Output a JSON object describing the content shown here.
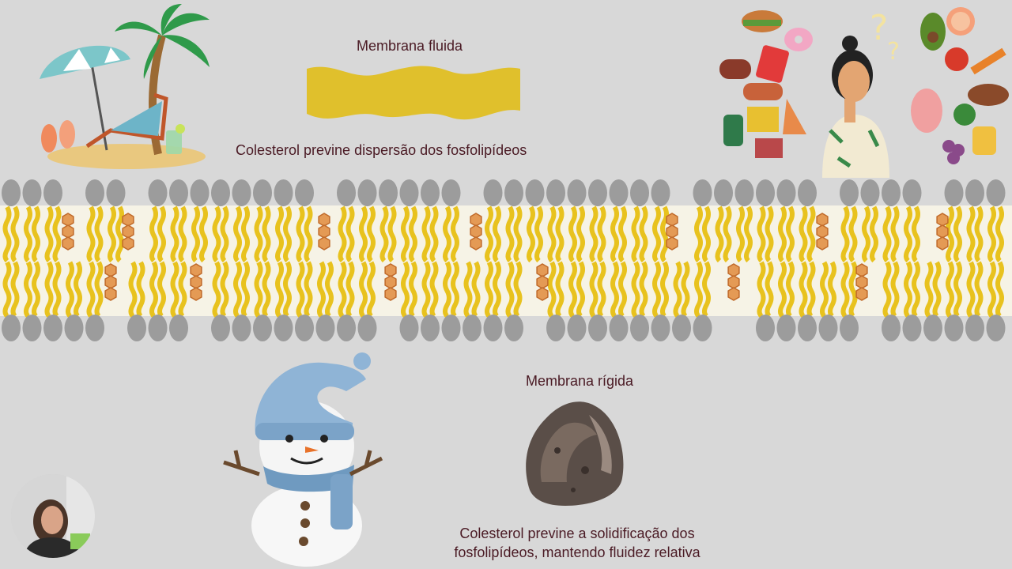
{
  "slide": {
    "title_fluid": "Membrana fluida",
    "caption_top": "Colesterol previne dispersão dos fosfolipídeos",
    "title_rigid": "Membrana rígida",
    "caption_bottom_line1": "Colesterol previne a solidificação dos",
    "caption_bottom_line2": "fosfolipídeos, mantendo fluidez relativa"
  },
  "colors": {
    "background": "#d8d8d8",
    "text": "#4a1a24",
    "wave": "#e0c02c",
    "lipid_tail": "#e8c21e",
    "lipid_head": "#9c9c9c",
    "cholesterol": "#e49a55"
  },
  "illustrations": [
    "beach-scene-icon",
    "fluid-wave-icon",
    "food-thinking-woman-icon",
    "lipid-bilayer-diagram",
    "snowman-icon",
    "rock-icon",
    "presenter-webcam"
  ]
}
